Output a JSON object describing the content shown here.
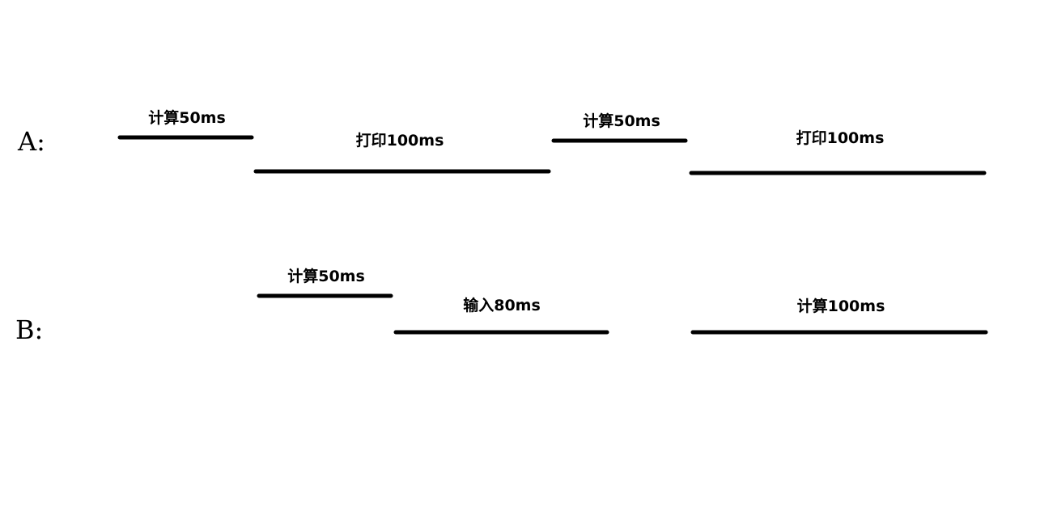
{
  "rows": [
    {
      "label": "A:",
      "segments": [
        {
          "label": "计算50ms"
        },
        {
          "label": "打印100ms"
        },
        {
          "label": "计算50ms"
        },
        {
          "label": "打印100ms"
        }
      ]
    },
    {
      "label": "B:",
      "segments": [
        {
          "label": "计算50ms"
        },
        {
          "label": "输入80ms"
        },
        {
          "label": "计算100ms"
        }
      ]
    }
  ]
}
